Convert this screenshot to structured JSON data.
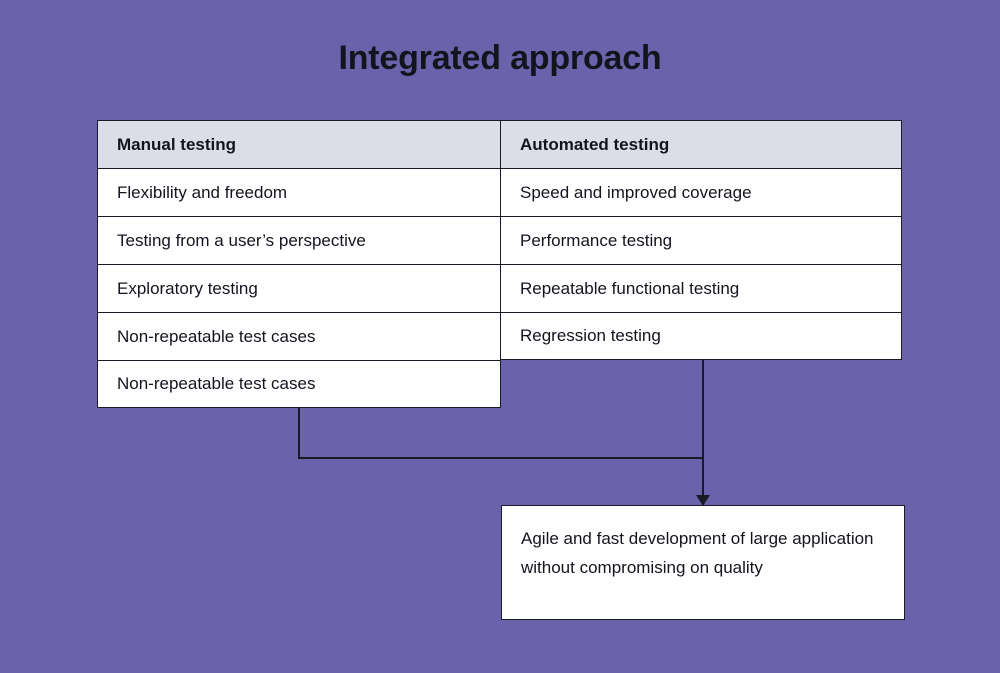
{
  "page": {
    "title": "Integrated approach",
    "background_color": "#6a63ab",
    "text_color": "#14141e",
    "border_color": "#1b1b28",
    "header_fill_color": "#dddde9",
    "cell_fill_color": "#ffffff"
  },
  "table": {
    "columns": [
      {
        "header": "Manual testing",
        "rows": [
          "Flexibility and freedom",
          "Testing from a user’s perspective",
          "Exploratory testing",
          "Non-repeatable test cases",
          "Non-repeatable test cases"
        ]
      },
      {
        "header": "Automated testing",
        "rows": [
          "Speed and improved coverage",
          "Performance testing",
          "Repeatable functional testing",
          "Regression testing"
        ]
      }
    ]
  },
  "result": {
    "text": "Agile and fast development of large application without compromising on quality"
  },
  "connectors": {
    "arrow_icon": "arrow-down-icon"
  }
}
